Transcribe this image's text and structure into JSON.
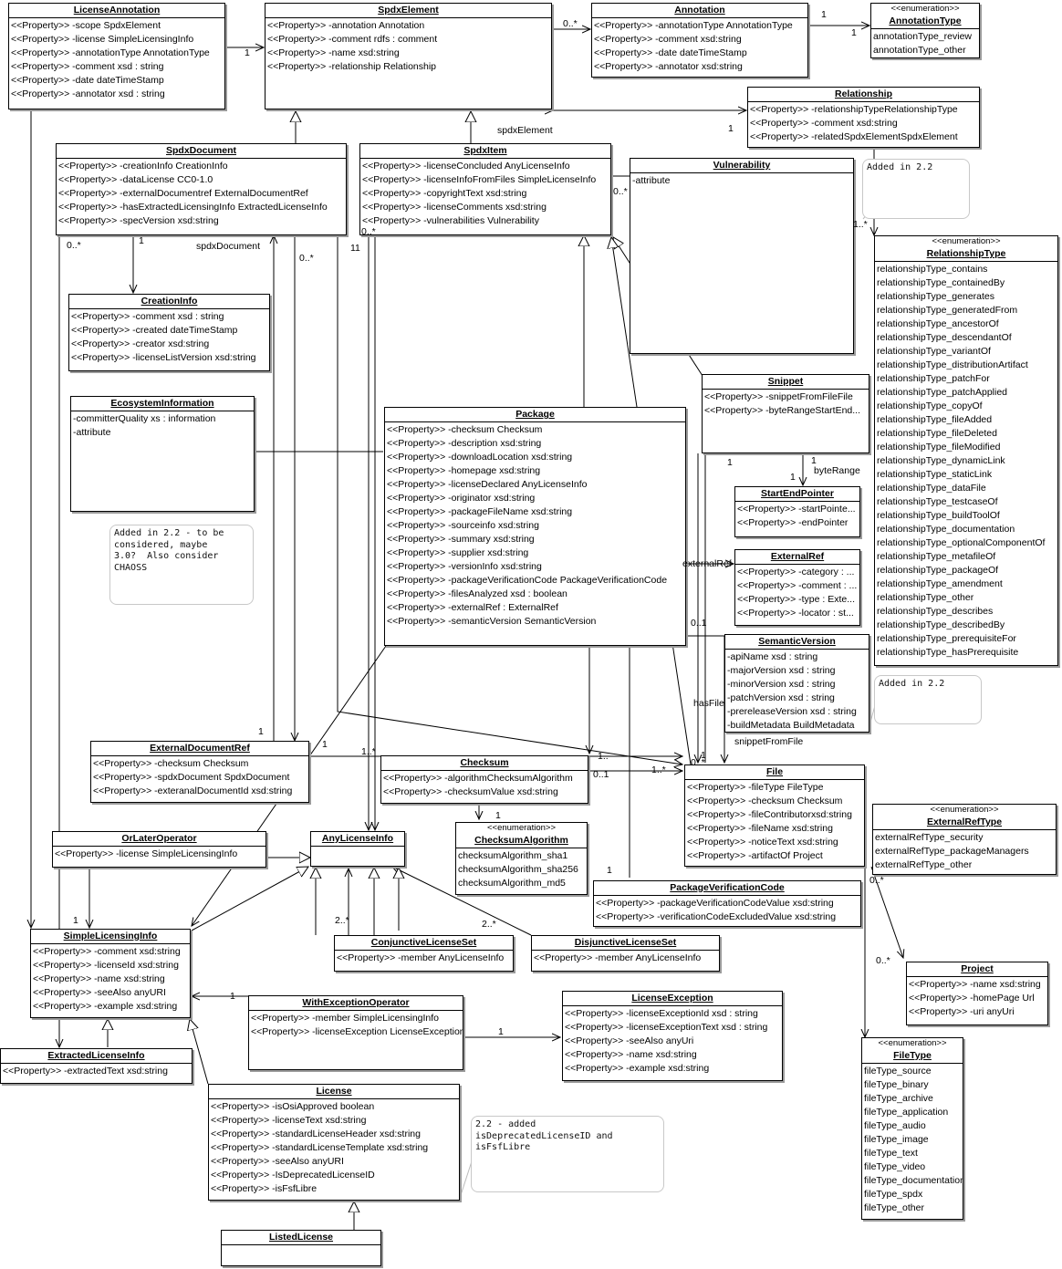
{
  "diagram": {
    "classes": {
      "license_annotation": {
        "name": "LicenseAnnotation",
        "rows": [
          "<<Property>> -scope SpdxElement",
          "<<Property>> -license SimpleLicensingInfo",
          "<<Property>> -annotationType AnnotationType",
          "<<Property>> -comment xsd : string",
          "<<Property>> -date dateTimeStamp",
          "<<Property>> -annotator xsd : string"
        ]
      },
      "spdx_element": {
        "name": "SpdxElement",
        "rows": [
          "<<Property>> -annotation Annotation",
          "<<Property>> -comment rdfs : comment",
          "<<Property>> -name xsd:string",
          "<<Property>> -relationship Relationship"
        ]
      },
      "annotation": {
        "name": "Annotation",
        "rows": [
          "<<Property>> -annotationType AnnotationType",
          "<<Property>> -comment xsd:string",
          "<<Property>> -date dateTimeStamp",
          "<<Property>> -annotator xsd:string"
        ]
      },
      "annotation_type": {
        "stereotype": "<<enumeration>>",
        "name": "AnnotationType",
        "rows": [
          "annotationType_review",
          "annotationType_other"
        ]
      },
      "relationship": {
        "name": "Relationship",
        "rows": [
          "<<Property>> -relationshipTypeRelationshipType",
          "<<Property>> -comment xsd:string",
          "<<Property>> -relatedSpdxElementSpdxElement"
        ]
      },
      "spdx_document": {
        "name": "SpdxDocument",
        "rows": [
          "<<Property>> -creationInfo CreationInfo",
          "<<Property>> -dataLicense CC0-1.0",
          "<<Property>> -externalDocumentref ExternalDocumentRef",
          "<<Property>> -hasExtractedLicensingInfo  ExtractedLicenseInfo",
          "<<Property>> -specVersion xsd:string"
        ]
      },
      "spdx_item": {
        "name": "SpdxItem",
        "rows": [
          "<<Property>> -licenseConcluded AnyLicenseInfo",
          "<<Property>> -licenseInfoFromFiles SimpleLicenseInfo",
          "<<Property>> -copyrightText xsd:string",
          "<<Property>> -licenseComments xsd:string",
          "<<Property>> -vulnerabilities Vulnerability"
        ]
      },
      "vulnerability": {
        "name": "Vulnerability",
        "rows": [
          "-attribute"
        ]
      },
      "relationship_type": {
        "stereotype": "<<enumeration>>",
        "name": "RelationshipType",
        "rows": [
          "relationshipType_contains",
          "relationshipType_containedBy",
          "relationshipType_generates",
          "relationshipType_generatedFrom",
          "relationshipType_ancestorOf",
          "relationshipType_descendantOf",
          "relationshipType_variantOf",
          "relationshipType_distributionArtifact",
          "relationshipType_patchFor",
          "relationshipType_patchApplied",
          "relationshipType_copyOf",
          "relationshipType_fileAdded",
          "relationshipType_fileDeleted",
          "relationshipType_fileModified",
          "relationshipType_dynamicLink",
          "relationshipType_staticLink",
          "relationshipType_dataFile",
          "relationshipType_testcaseOf",
          "relationshipType_buildToolOf",
          "relationshipType_documentation",
          "relationshipType_optionalComponentOf",
          "relationshipType_metafileOf",
          "relationshipType_packageOf",
          "relationshipType_amendment",
          "relationshipType_other",
          "relationshipType_describes",
          "relationshipType_describedBy",
          "relationshipType_prerequisiteFor",
          "relationshipType_hasPrerequisite"
        ]
      },
      "creation_info": {
        "name": "CreationInfo",
        "rows": [
          "<<Property>> -comment xsd : string",
          "<<Property>> -created dateTimeStamp",
          "<<Property>> -creator xsd:string",
          "<<Property>> -licenseListVersion xsd:string"
        ]
      },
      "ecosystem_information": {
        "name": "EcosystemInformation",
        "rows": [
          "-committerQuality xs : information",
          "-attribute"
        ]
      },
      "package": {
        "name": "Package",
        "rows": [
          "<<Property>> -checksum Checksum",
          "<<Property>> -description xsd:string",
          "<<Property>> -downloadLocation xsd:string",
          "<<Property>> -homepage xsd:string",
          "<<Property>> -licenseDeclared AnyLicenseInfo",
          "<<Property>> -originator xsd:string",
          "<<Property>> -packageFileName xsd:string",
          "<<Property>> -sourceinfo xsd:string",
          "<<Property>> -summary xsd:string",
          "<<Property>> -supplier xsd:string",
          "<<Property>> -versionInfo xsd:string",
          "<<Property>> -packageVerificationCode PackageVerificationCode",
          "<<Property>> -filesAnalyzed xsd : boolean",
          "<<Property>> -externalRef : ExternalRef",
          "<<Property>> -semanticVersion SemanticVersion"
        ]
      },
      "snippet": {
        "name": "Snippet",
        "rows": [
          "<<Property>> -snippetFromFileFile",
          "<<Property>> -byteRangeStartEnd..."
        ]
      },
      "start_end_pointer": {
        "name": "StartEndPointer",
        "rows": [
          "<<Property>> -startPointe...",
          "<<Property>> -endPointer"
        ]
      },
      "external_ref": {
        "name": "ExternalRef",
        "rows": [
          "<<Property>> -category : ...",
          "<<Property>> -comment : ...",
          "<<Property>> -type : Exte...",
          "<<Property>> -locator : st..."
        ]
      },
      "semantic_version": {
        "name": "SemanticVersion",
        "rows": [
          "-apiName xsd : string",
          "-majorVersion xsd : string",
          "-minorVersion xsd : string",
          "-patchVersion xsd : string",
          "-prereleaseVersion xsd : string",
          "-buildMetadata BuildMetadata"
        ]
      },
      "external_document_ref": {
        "name": "ExternalDocumentRef",
        "rows": [
          "<<Property>> -checksum Checksum",
          "<<Property>> -spdxDocument SpdxDocument",
          "<<Property>> -exteranalDocumentId xsd:string"
        ]
      },
      "checksum": {
        "name": "Checksum",
        "rows": [
          "<<Property>> -algorithmChecksumAlgorithm",
          "<<Property>> -checksumValue xsd:string"
        ]
      },
      "file": {
        "name": "File",
        "rows": [
          "<<Property>> -fileType FileType",
          "<<Property>> -checksum Checksum",
          "<<Property>> -fileContributorxsd:string",
          "<<Property>> -fileName xsd:string",
          "<<Property>> -noticeText xsd:string",
          "<<Property>> -artifactOf Project"
        ]
      },
      "external_ref_type": {
        "stereotype": "<<enumeration>>",
        "name": "ExternalRefType",
        "rows": [
          "externalRefType_security",
          "externalRefType_packageManagers",
          "externalRefType_other"
        ]
      },
      "or_later_operator": {
        "name": "OrLaterOperator",
        "rows": [
          "<<Property>> -license SimpleLicensingInfo"
        ]
      },
      "any_license_info": {
        "name": "AnyLicenseInfo",
        "rows": []
      },
      "checksum_algorithm": {
        "stereotype": "<<enumeration>>",
        "name": "ChecksumAlgorithm",
        "rows": [
          "checksumAlgorithm_sha1",
          "checksumAlgorithm_sha256",
          "checksumAlgorithm_md5"
        ]
      },
      "package_verification_code": {
        "name": "PackageVerificationCode",
        "rows": [
          "<<Property>> -packageVerificationCodeValue xsd:string",
          "<<Property>> -verificationCodeExcludedValue xsd:string"
        ]
      },
      "simple_licensing_info": {
        "name": "SimpleLicensingInfo",
        "rows": [
          "<<Property>> -comment xsd:string",
          "<<Property>> -licenseId xsd:string",
          "<<Property>> -name xsd:string",
          "<<Property>> -seeAlso anyURI",
          "<<Property>> -example xsd:string"
        ]
      },
      "conjunctive_license_set": {
        "name": "ConjunctiveLicenseSet",
        "rows": [
          "<<Property>> -member AnyLicenseInfo"
        ]
      },
      "disjunctive_license_set": {
        "name": "DisjunctiveLicenseSet",
        "rows": [
          "<<Property>> -member AnyLicenseInfo"
        ]
      },
      "project": {
        "name": "Project",
        "rows": [
          "<<Property>> -name xsd:string",
          "<<Property>> -homePage Url",
          "<<Property>> -uri anyUri"
        ]
      },
      "with_exception_operator": {
        "name": "WithExceptionOperator",
        "rows": [
          "<<Property>> -member SimpleLicensingInfo",
          "<<Property>> -licenseException LicenseException"
        ]
      },
      "license_exception": {
        "name": "LicenseException",
        "rows": [
          "<<Property>> -licenseExceptionId xsd : string",
          "<<Property>> -licenseExceptionText xsd : string",
          "<<Property>> -seeAlso anyUri",
          "<<Property>> -name xsd:string",
          "<<Property>> -example xsd:string"
        ]
      },
      "extracted_license_info": {
        "name": "ExtractedLicenseInfo",
        "rows": [
          "<<Property>> -extractedText xsd:string"
        ]
      },
      "file_type": {
        "stereotype": "<<enumeration>>",
        "name": "FileType",
        "rows": [
          "fileType_source",
          "fileType_binary",
          "fileType_archive",
          "fileType_application",
          "fileType_audio",
          "fileType_image",
          "fileType_text",
          "fileType_video",
          "fileType_documentation",
          "fileType_spdx",
          "fileType_other"
        ]
      },
      "license": {
        "name": "License",
        "rows": [
          "<<Property>> -isOsiApproved  boolean",
          "<<Property>> -licenseText xsd:string",
          "<<Property>> -standardLicenseHeader xsd:string",
          "<<Property>> -standardLicenseTemplate xsd:string",
          "<<Property>> -seeAlso anyURI",
          "<<Property>> -IsDeprecatedLicenseID",
          "<<Property>> -isFsfLibre"
        ]
      },
      "listed_license": {
        "name": "ListedLicense",
        "rows": []
      }
    },
    "notes": {
      "relationship_added": "Added in 2.2",
      "ecosystem_added": "Added in 2.2 - to be\nconsidered, maybe\n3.0?  Also consider\nCHAOSS",
      "semver_added": "Added in 2.2",
      "license_added": "2.2 - added\nisDeprecatedLicenseID and\nisFsfLibre"
    },
    "labels": {
      "l1": "1",
      "l2": "0..*",
      "l3": "1",
      "l4": "1",
      "l5": "1",
      "l6": "spdxElement",
      "l7": "0..*",
      "l8": "1..*",
      "l9": "0..*",
      "l10": "1",
      "l11": "spdxDocument",
      "l12": "0..*",
      "l13": "11",
      "l14": "0..*",
      "l15": "1",
      "l16": "byteRange",
      "l17": "1",
      "l18": "1",
      "l19": "externalRef",
      "l20": "0..1",
      "l21": "hasFile",
      "l22": "snippetFromFile",
      "l23": "1",
      "l24": "1",
      "l25": "1..*",
      "l26": "1..",
      "l27": "0..1",
      "l28": "1..*",
      "l29": "0..*",
      "l30": "1",
      "l31": "1",
      "l32": "1",
      "l33": "2..*",
      "l34": "2..*",
      "l35": "1",
      "l36": "1",
      "l37": "0..*",
      "l38": "0..*",
      "l39": "1"
    }
  }
}
